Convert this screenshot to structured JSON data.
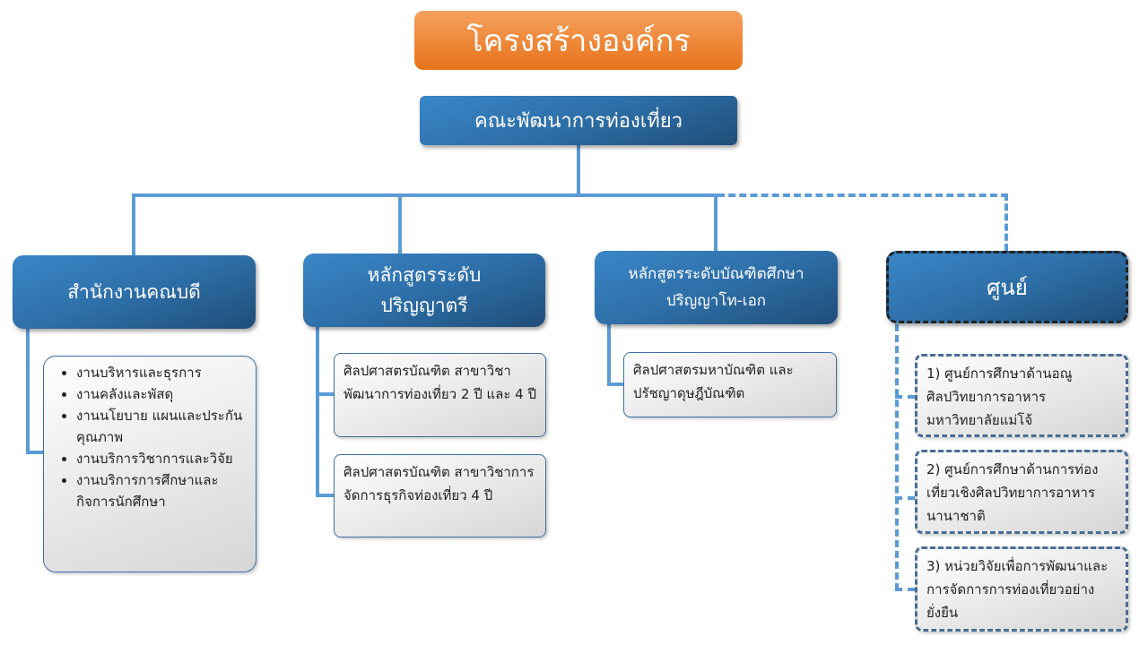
{
  "title": "โครงสร้างองค์กร",
  "faculty": "คณะพัฒนาการท่องเที่ยว",
  "units": [
    {
      "label": "สำนักงานคณบดี",
      "items": [
        "งานบริหารและธุรการ",
        "งานคลังและพัสดุ",
        "งานนโยบาย แผนและประกันคุณภาพ",
        "งานบริการวิชาการและวิจัย",
        "งานบริการการศึกษาและกิจการนักศึกษา"
      ]
    },
    {
      "label_line1": "หลักสูตรระดับ",
      "label_line2": "ปริญญาตรี",
      "items": [
        "ศิลปศาสตรบัณฑิต สาขาวิชาพัฒนาการท่องเที่ยว 2 ปี และ 4 ปี",
        "ศิลปศาสตรบัณฑิต สาขาวิชาการจัดการธุรกิจท่องเที่ยว 4 ปี"
      ]
    },
    {
      "label_line1": "หลักสูตรระดับบัณฑิตศึกษา",
      "label_line2": "ปริญญาโท-เอก",
      "items": [
        "ศิลปศาสตรมหาบัณฑิต และปรัชญาดุษฎีบัณฑิต"
      ]
    },
    {
      "label": "ศูนย์",
      "items": [
        "1) ศูนย์การศึกษาด้านอณูศิลปวิทยาการอาหาร มหาวิทยาลัยแม่โจ้",
        "2) ศูนย์การศึกษาด้านการท่องเที่ยวเชิงศิลปวิทยาการอาหารนานาชาติ",
        "3) หน่วยวิจัยเพื่อการพัฒนาและการจัดการการท่องเที่ยวอย่างยั่งยืน"
      ]
    }
  ]
}
